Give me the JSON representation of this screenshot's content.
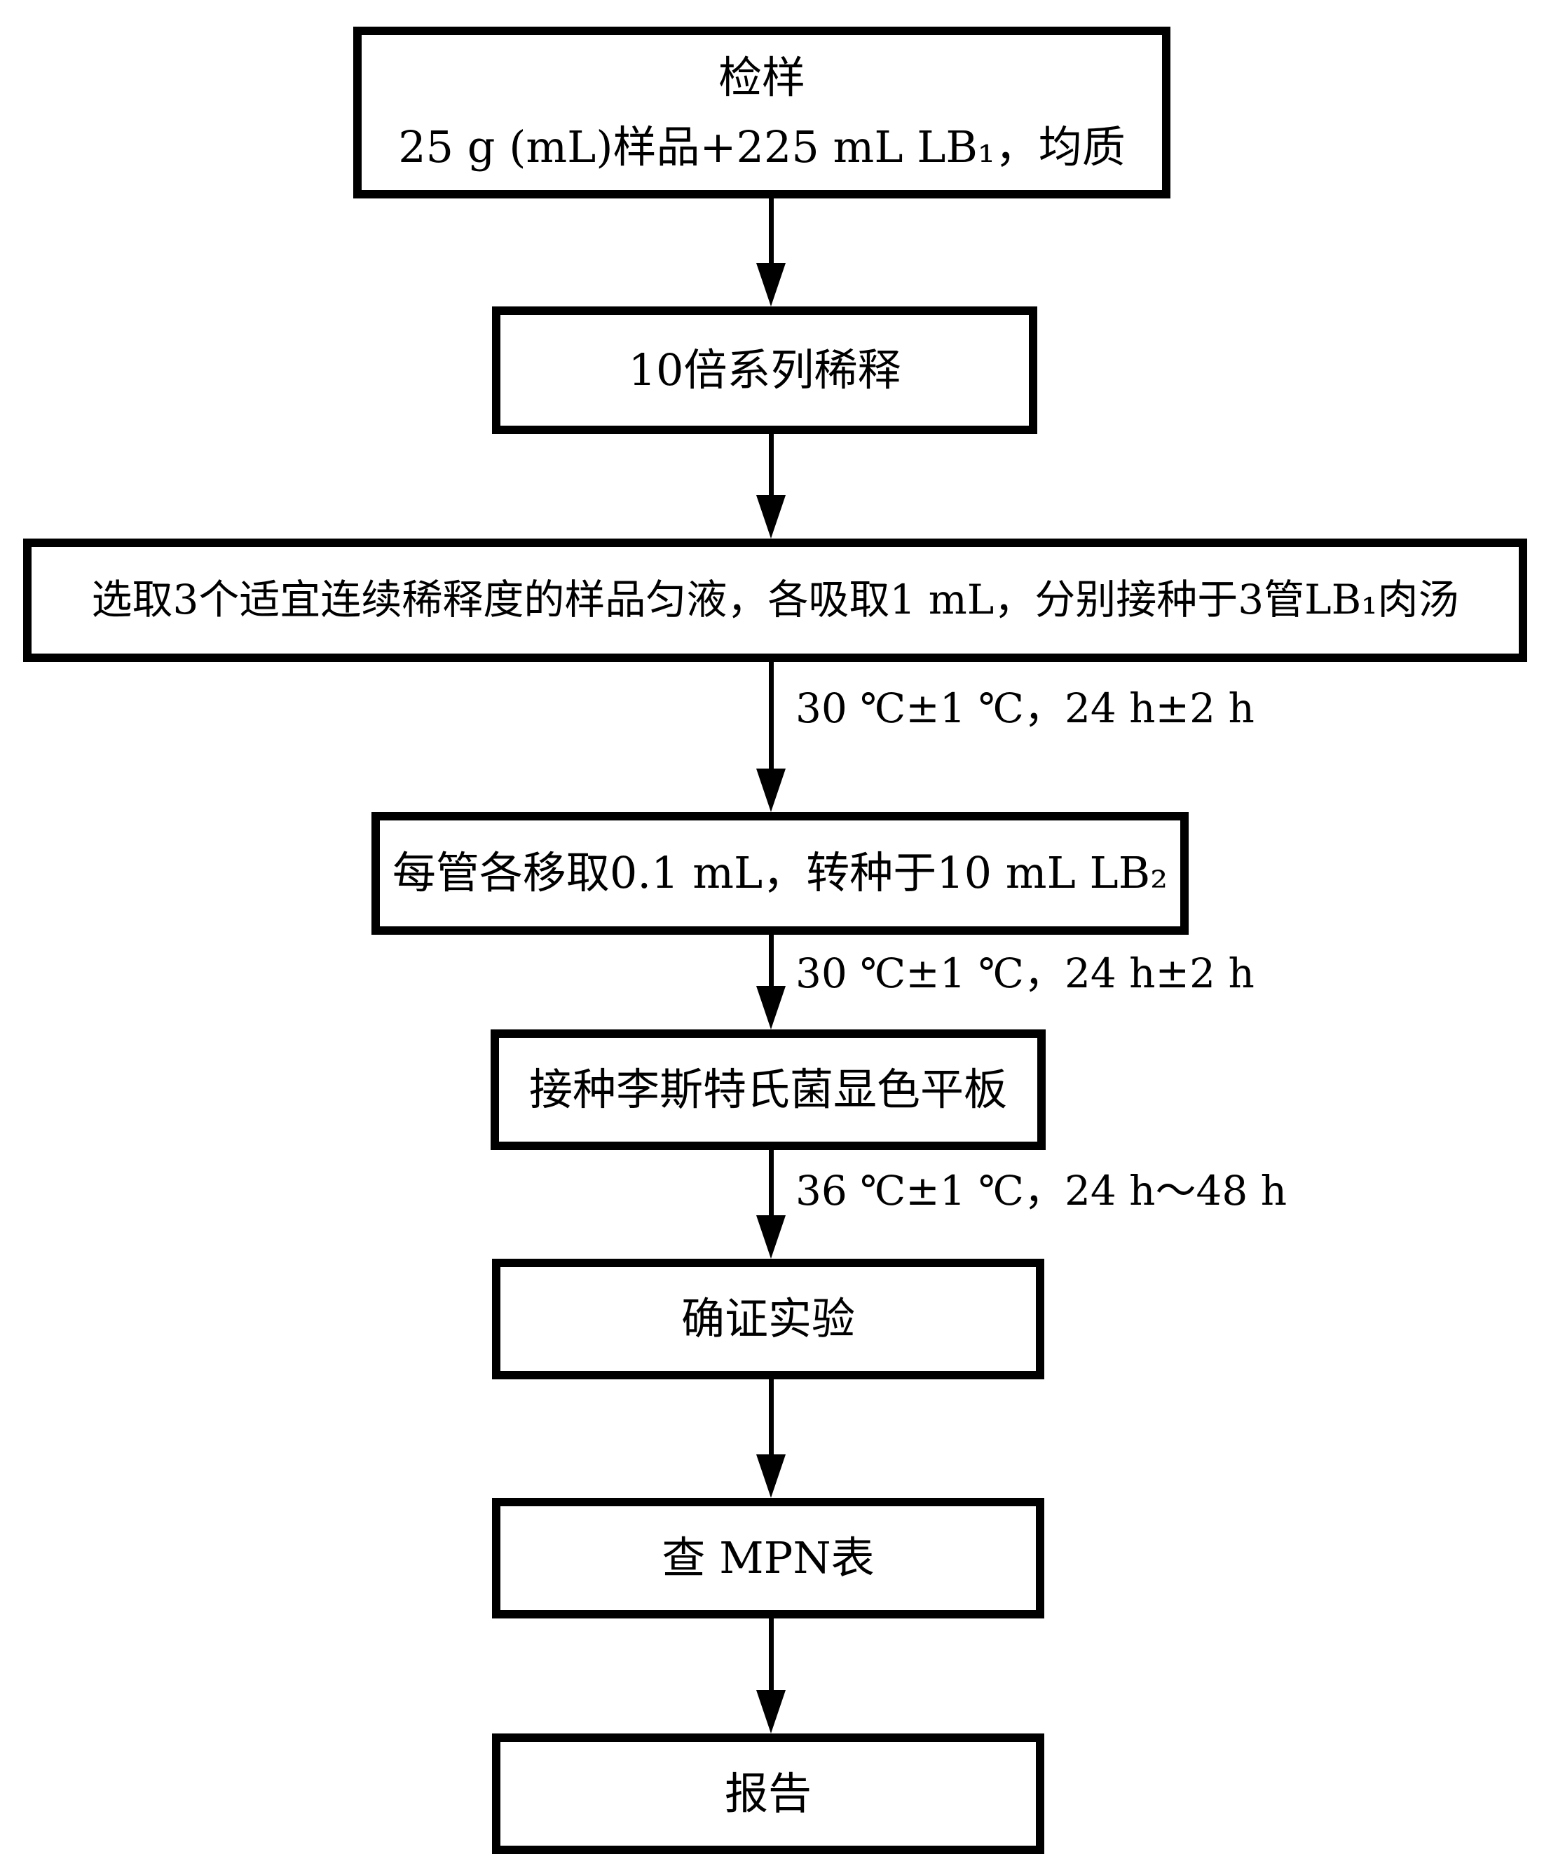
{
  "figure": {
    "type": "flowchart",
    "background_color": "#ffffff",
    "stroke_color": "#000000",
    "steps": [
      {
        "name": "sampling",
        "lines": [
          "检样",
          "25 g (mL)样品+225 mL LB₁，均质"
        ]
      },
      {
        "name": "serial-dilution",
        "lines": [
          "10倍系列稀释"
        ]
      },
      {
        "name": "inoculate-lb1",
        "lines": [
          "选取3个适宜连续稀释度的样品匀液，各吸取1 mL，分别接种于3管LB₁肉汤"
        ]
      },
      {
        "name": "transfer-lb2",
        "lines": [
          "每管各移取0.1 mL，转种于10 mL LB₂"
        ]
      },
      {
        "name": "chromogenic-plate",
        "lines": [
          "接种李斯特氏菌显色平板"
        ]
      },
      {
        "name": "confirmation",
        "lines": [
          "确证实验"
        ]
      },
      {
        "name": "mpn-table",
        "lines": [
          "查 MPN表"
        ]
      },
      {
        "name": "report",
        "lines": [
          "报告"
        ]
      }
    ],
    "arrow_labels": [
      "30 ℃±1 ℃，24 h±2 h",
      "30 ℃±1 ℃，24 h±2 h",
      "36 ℃±1 ℃，24 h～48 h"
    ]
  }
}
